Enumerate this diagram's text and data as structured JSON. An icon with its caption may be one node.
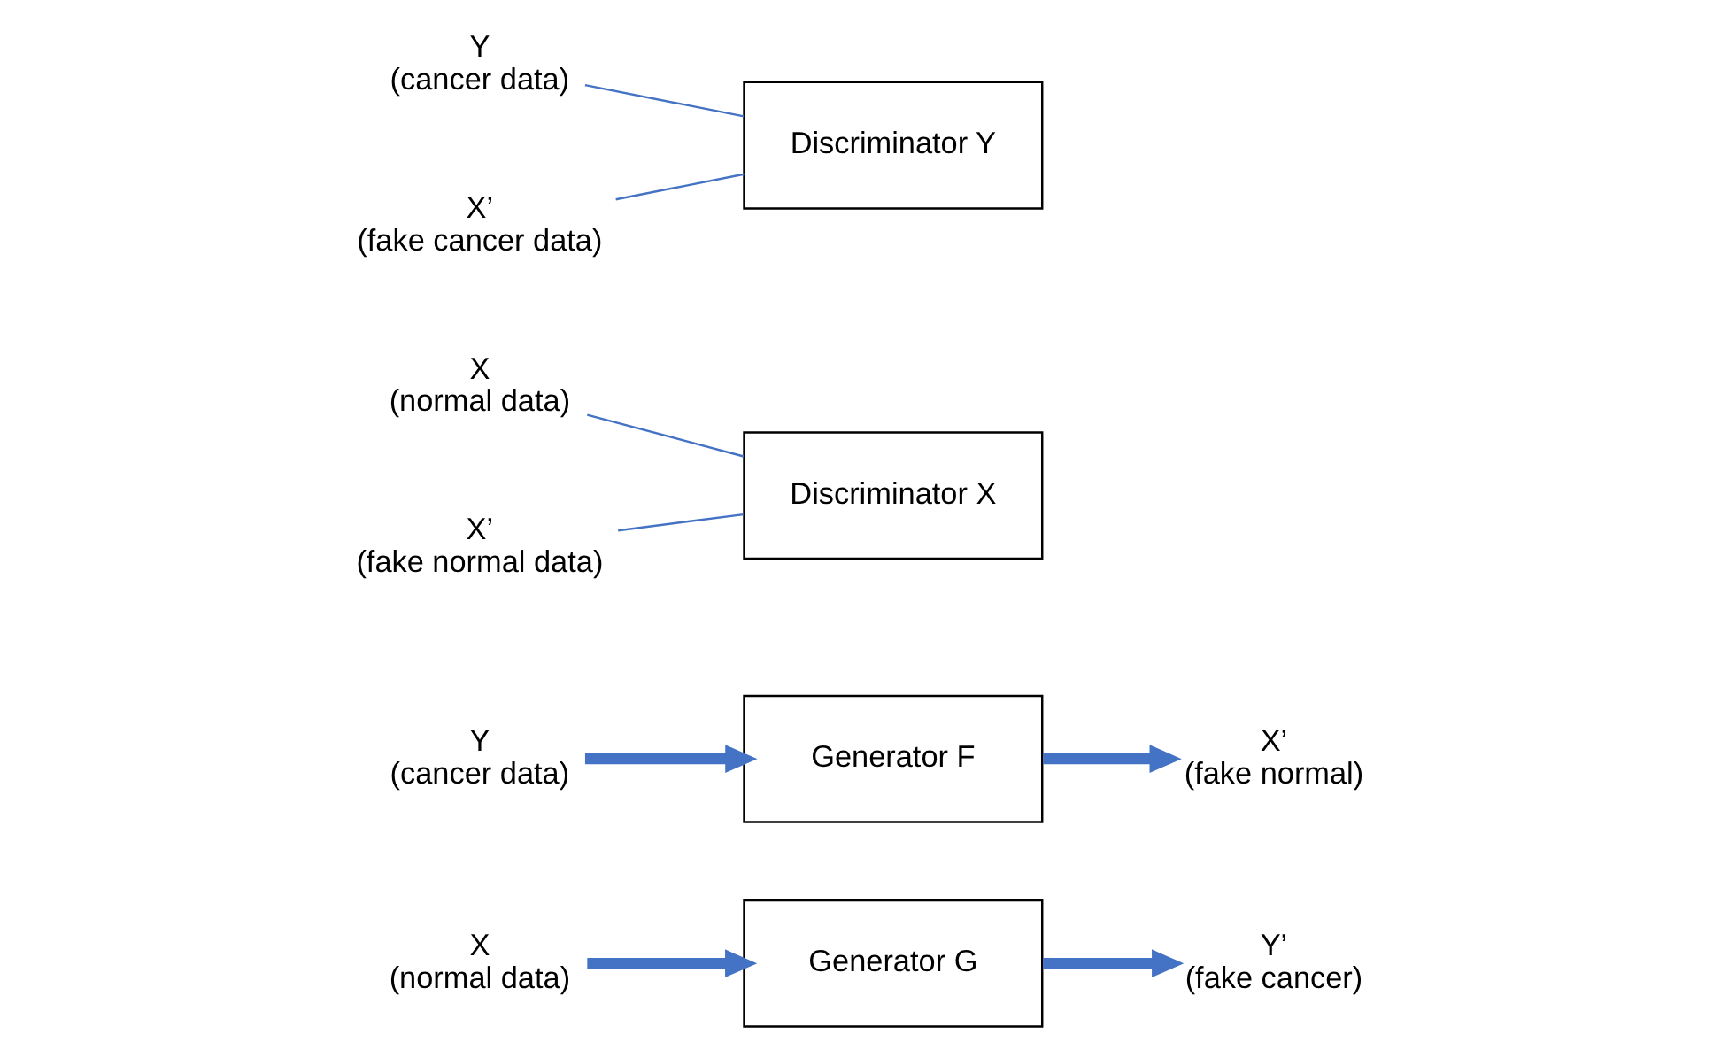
{
  "diagram": {
    "nodes": [
      {
        "text": [
          "X",
          "(normal data)"
        ]
      },
      {
        "text": [
          "Generator G"
        ]
      },
      {
        "text": [
          "Y’",
          "(fake cancer)"
        ]
      },
      {
        "text": [
          "Y",
          "(cancer data)"
        ]
      },
      {
        "text": [
          "Generator F"
        ]
      },
      {
        "text": [
          "X’",
          "(fake normal)"
        ]
      },
      {
        "text": [
          "X",
          "(normal data)"
        ]
      },
      {
        "text": [
          "X’",
          "(fake normal data)"
        ]
      },
      {
        "text": [
          "Discriminator X"
        ]
      },
      {
        "text": [
          "Y",
          "(cancer data)"
        ]
      },
      {
        "text": [
          "X’",
          "(fake cancer data)"
        ]
      },
      {
        "text": [
          "Discriminator Y"
        ]
      }
    ],
    "edges": [
      {
        "from": 0,
        "to": 1,
        "arrow": "to",
        "style": "thick"
      },
      {
        "from": 1,
        "to": 2,
        "arrow": "to",
        "style": "thick"
      },
      {
        "from": 3,
        "to": 4,
        "arrow": "to",
        "style": "thick"
      },
      {
        "from": 4,
        "to": 5,
        "arrow": "to",
        "style": "thick"
      },
      {
        "from": 6,
        "to": 8,
        "arrow": "none"
      },
      {
        "from": 7,
        "to": 8,
        "arrow": "none"
      },
      {
        "from": 9,
        "to": 11,
        "arrow": "none"
      },
      {
        "from": 10,
        "to": 11,
        "arrow": "none"
      }
    ]
  }
}
